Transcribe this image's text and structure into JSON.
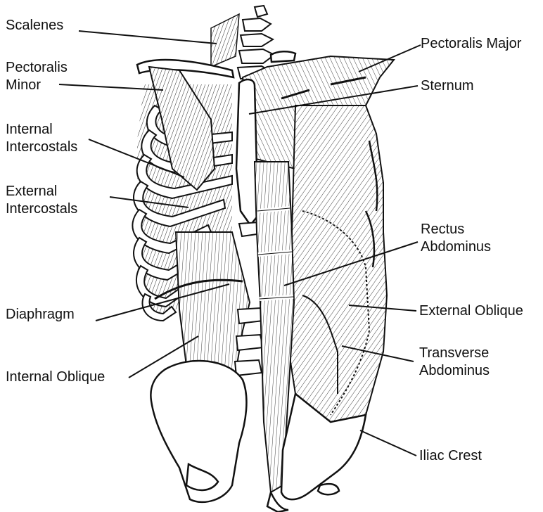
{
  "figure": {
    "ink_color": "#111111",
    "bone_fill": "#ffffff",
    "labels_left": [
      {
        "id": "scalenes",
        "lines": [
          "Scalenes"
        ]
      },
      {
        "id": "pectoralis-minor",
        "lines": [
          "Pectoralis",
          "Minor"
        ]
      },
      {
        "id": "internal-intercostals",
        "lines": [
          "Internal",
          "Intercostals"
        ]
      },
      {
        "id": "external-intercostals",
        "lines": [
          "External",
          "Intercostals"
        ]
      },
      {
        "id": "diaphragm",
        "lines": [
          "Diaphragm"
        ]
      },
      {
        "id": "internal-oblique",
        "lines": [
          "Internal Oblique"
        ]
      }
    ],
    "labels_right": [
      {
        "id": "pectoralis-major",
        "lines": [
          "Pectoralis Major"
        ]
      },
      {
        "id": "sternum",
        "lines": [
          "Sternum"
        ]
      },
      {
        "id": "rectus-abdominus",
        "lines": [
          "Rectus",
          "Abdominus"
        ]
      },
      {
        "id": "external-oblique",
        "lines": [
          "External Oblique"
        ]
      },
      {
        "id": "transverse-abdominus",
        "lines": [
          "Transverse",
          "Abdominus"
        ]
      },
      {
        "id": "iliac-crest",
        "lines": [
          "Iliac Crest"
        ]
      }
    ]
  }
}
